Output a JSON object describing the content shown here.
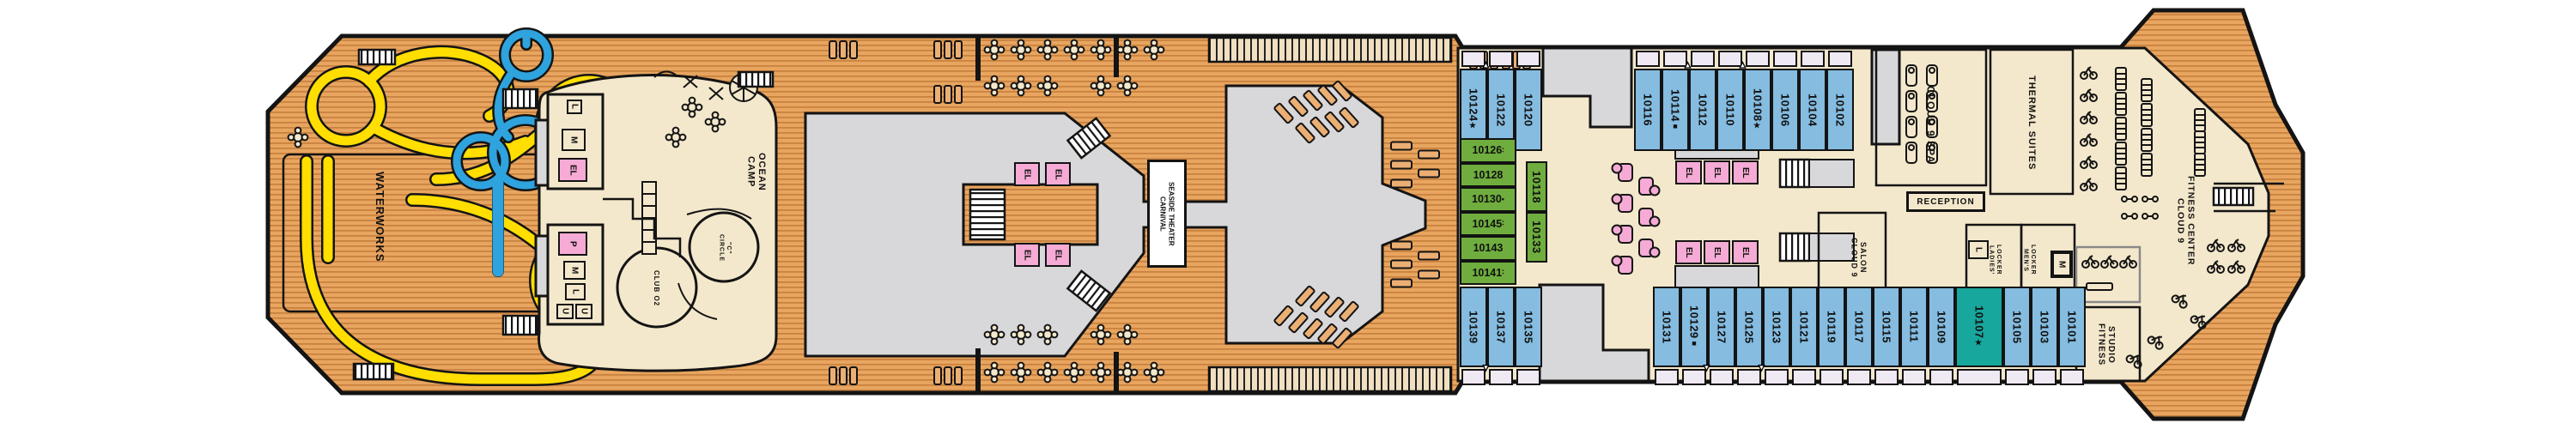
{
  "areas": {
    "waterworks": "WATERWORKS",
    "camp_ocean_line1": "CAMP",
    "camp_ocean_line2": "OCEAN",
    "circle_c_line1": "CIRCLE",
    "circle_c_line2": "\"C\"",
    "club_o2": "CLUB O2",
    "theater_line1": "CARNIVAL",
    "theater_line2": "SEASIDE THEATER",
    "cloud9_spa": "CLOUD 9 SPA",
    "thermal_suites": "THERMAL SUITES",
    "reception": "RECEPTION",
    "salon_line1": "CLOUD 9",
    "salon_line2": "SALON",
    "ladies_locker_line1": "LADIES'",
    "ladies_locker_line2": "LOCKER",
    "mens_locker_line1": "MEN'S",
    "mens_locker_line2": "LOCKER",
    "fitness_line1": "CLOUD 9",
    "fitness_line2": "FITNESS CENTER",
    "fitness_studio_line1": "FITNESS",
    "fitness_studio_line2": "STUDIO"
  },
  "rooms": {
    "elevator": "EL",
    "m": "M",
    "l": "L",
    "p": "P",
    "u": "U"
  },
  "cabins": {
    "top_left": [
      {
        "number": "10124",
        "marker": "★",
        "connector": true,
        "type": "blue"
      },
      {
        "number": "10122",
        "marker": "",
        "connector": false,
        "type": "blue"
      },
      {
        "number": "10120",
        "marker": "",
        "connector": false,
        "type": "blue"
      }
    ],
    "top_right": [
      {
        "number": "10116",
        "marker": "",
        "connector": false,
        "type": "blue"
      },
      {
        "number": "10114",
        "marker": "■",
        "connector": true,
        "type": "blue"
      },
      {
        "number": "10112",
        "marker": "",
        "connector": false,
        "type": "blue"
      },
      {
        "number": "10110",
        "marker": "",
        "connector": true,
        "type": "blue"
      },
      {
        "number": "10108",
        "marker": "★",
        "connector": false,
        "type": "blue"
      },
      {
        "number": "10106",
        "marker": "",
        "connector": false,
        "type": "blue"
      },
      {
        "number": "10104",
        "marker": "",
        "connector": false,
        "type": "blue"
      },
      {
        "number": "10102",
        "marker": "",
        "connector": false,
        "type": "blue"
      }
    ],
    "interior_left": [
      {
        "number": "10126",
        "marker": "∶",
        "connector": false,
        "type": "green"
      },
      {
        "number": "10128",
        "marker": "",
        "connector": false,
        "type": "green"
      },
      {
        "number": "10130",
        "marker": "•",
        "connector": false,
        "type": "green"
      },
      {
        "number": "10145",
        "marker": "∶",
        "connector": false,
        "type": "green"
      },
      {
        "number": "10143",
        "marker": "",
        "connector": false,
        "type": "green"
      },
      {
        "number": "10141",
        "marker": "∶",
        "connector": false,
        "type": "green"
      }
    ],
    "interior_mid": [
      {
        "number": "10118",
        "marker": "",
        "connector": false,
        "type": "green"
      },
      {
        "number": "10133",
        "marker": "",
        "connector": false,
        "type": "green"
      }
    ],
    "bottom_left": [
      {
        "number": "10139",
        "marker": "",
        "connector": true,
        "type": "blue"
      },
      {
        "number": "10137",
        "marker": "",
        "connector": false,
        "type": "blue"
      },
      {
        "number": "10135",
        "marker": "",
        "connector": false,
        "type": "blue"
      }
    ],
    "bottom_right": [
      {
        "number": "10131",
        "marker": "",
        "connector": false,
        "type": "blue"
      },
      {
        "number": "10129",
        "marker": "■",
        "connector": true,
        "type": "blue"
      },
      {
        "number": "10127",
        "marker": "",
        "connector": false,
        "type": "blue"
      },
      {
        "number": "10125",
        "marker": "",
        "connector": true,
        "type": "blue"
      },
      {
        "number": "10123",
        "marker": "",
        "connector": false,
        "type": "blue"
      },
      {
        "number": "10121",
        "marker": "",
        "connector": false,
        "type": "blue"
      },
      {
        "number": "10119",
        "marker": "",
        "connector": false,
        "type": "blue"
      },
      {
        "number": "10117",
        "marker": "",
        "connector": false,
        "type": "blue"
      },
      {
        "number": "10115",
        "marker": "",
        "connector": false,
        "type": "blue"
      },
      {
        "number": "10111",
        "marker": "",
        "connector": false,
        "type": "blue"
      },
      {
        "number": "10109",
        "marker": "",
        "connector": false,
        "type": "blue"
      },
      {
        "number": "10107",
        "marker": "★",
        "connector": false,
        "type": "teal"
      },
      {
        "number": "10105",
        "marker": "",
        "connector": false,
        "type": "blue"
      },
      {
        "number": "10103",
        "marker": "",
        "connector": false,
        "type": "blue"
      },
      {
        "number": "10101",
        "marker": "",
        "connector": false,
        "type": "blue"
      }
    ]
  },
  "colors": {
    "deck": "#E8A55F",
    "deck_line": "#C9823F",
    "interior": "#F4E8CC",
    "gray": "#D8D8DA",
    "outline": "#141414",
    "cabin_blue": "#85BCE0",
    "cabin_green": "#6FAE3E",
    "cabin_teal": "#17A79D",
    "pink": "#F5ABD5",
    "balcony": "#EFE9F4",
    "slide_yellow": "#FFDE00",
    "slide_blue": "#2FA3DE"
  }
}
